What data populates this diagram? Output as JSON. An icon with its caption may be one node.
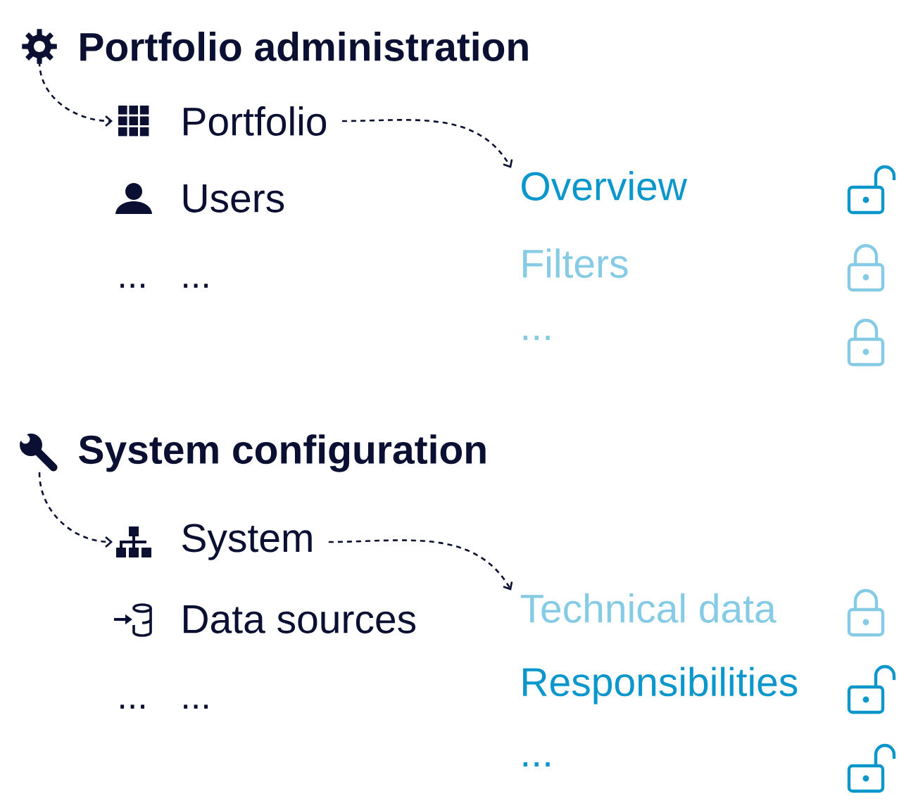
{
  "diagram": {
    "nodes": [
      {
        "text": [
          "Portfolio administration"
        ]
      },
      {
        "text": [
          "Portfolio"
        ]
      },
      {
        "text": [
          "Users"
        ]
      },
      {
        "text": [
          "Overview"
        ]
      },
      {
        "text": [
          "Filters"
        ]
      },
      {
        "text": [
          "..."
        ]
      },
      {
        "text": [
          "System configuration"
        ]
      },
      {
        "text": [
          "System"
        ]
      },
      {
        "text": [
          "Data sources"
        ]
      },
      {
        "text": [
          "Technical data"
        ]
      },
      {
        "text": [
          "Responsibilities"
        ]
      },
      {
        "text": [
          "..."
        ]
      }
    ],
    "edges": [
      {
        "from": 0,
        "to": 1,
        "arrow": "to",
        "style": "dashed"
      },
      {
        "from": 1,
        "to": 3,
        "arrow": "to",
        "style": "dashed"
      },
      {
        "from": 6,
        "to": 7,
        "arrow": "to",
        "style": "dashed"
      },
      {
        "from": 7,
        "to": 9,
        "arrow": "to",
        "style": "dashed"
      }
    ],
    "labels": [
      "...",
      "...",
      "...",
      "..."
    ]
  }
}
